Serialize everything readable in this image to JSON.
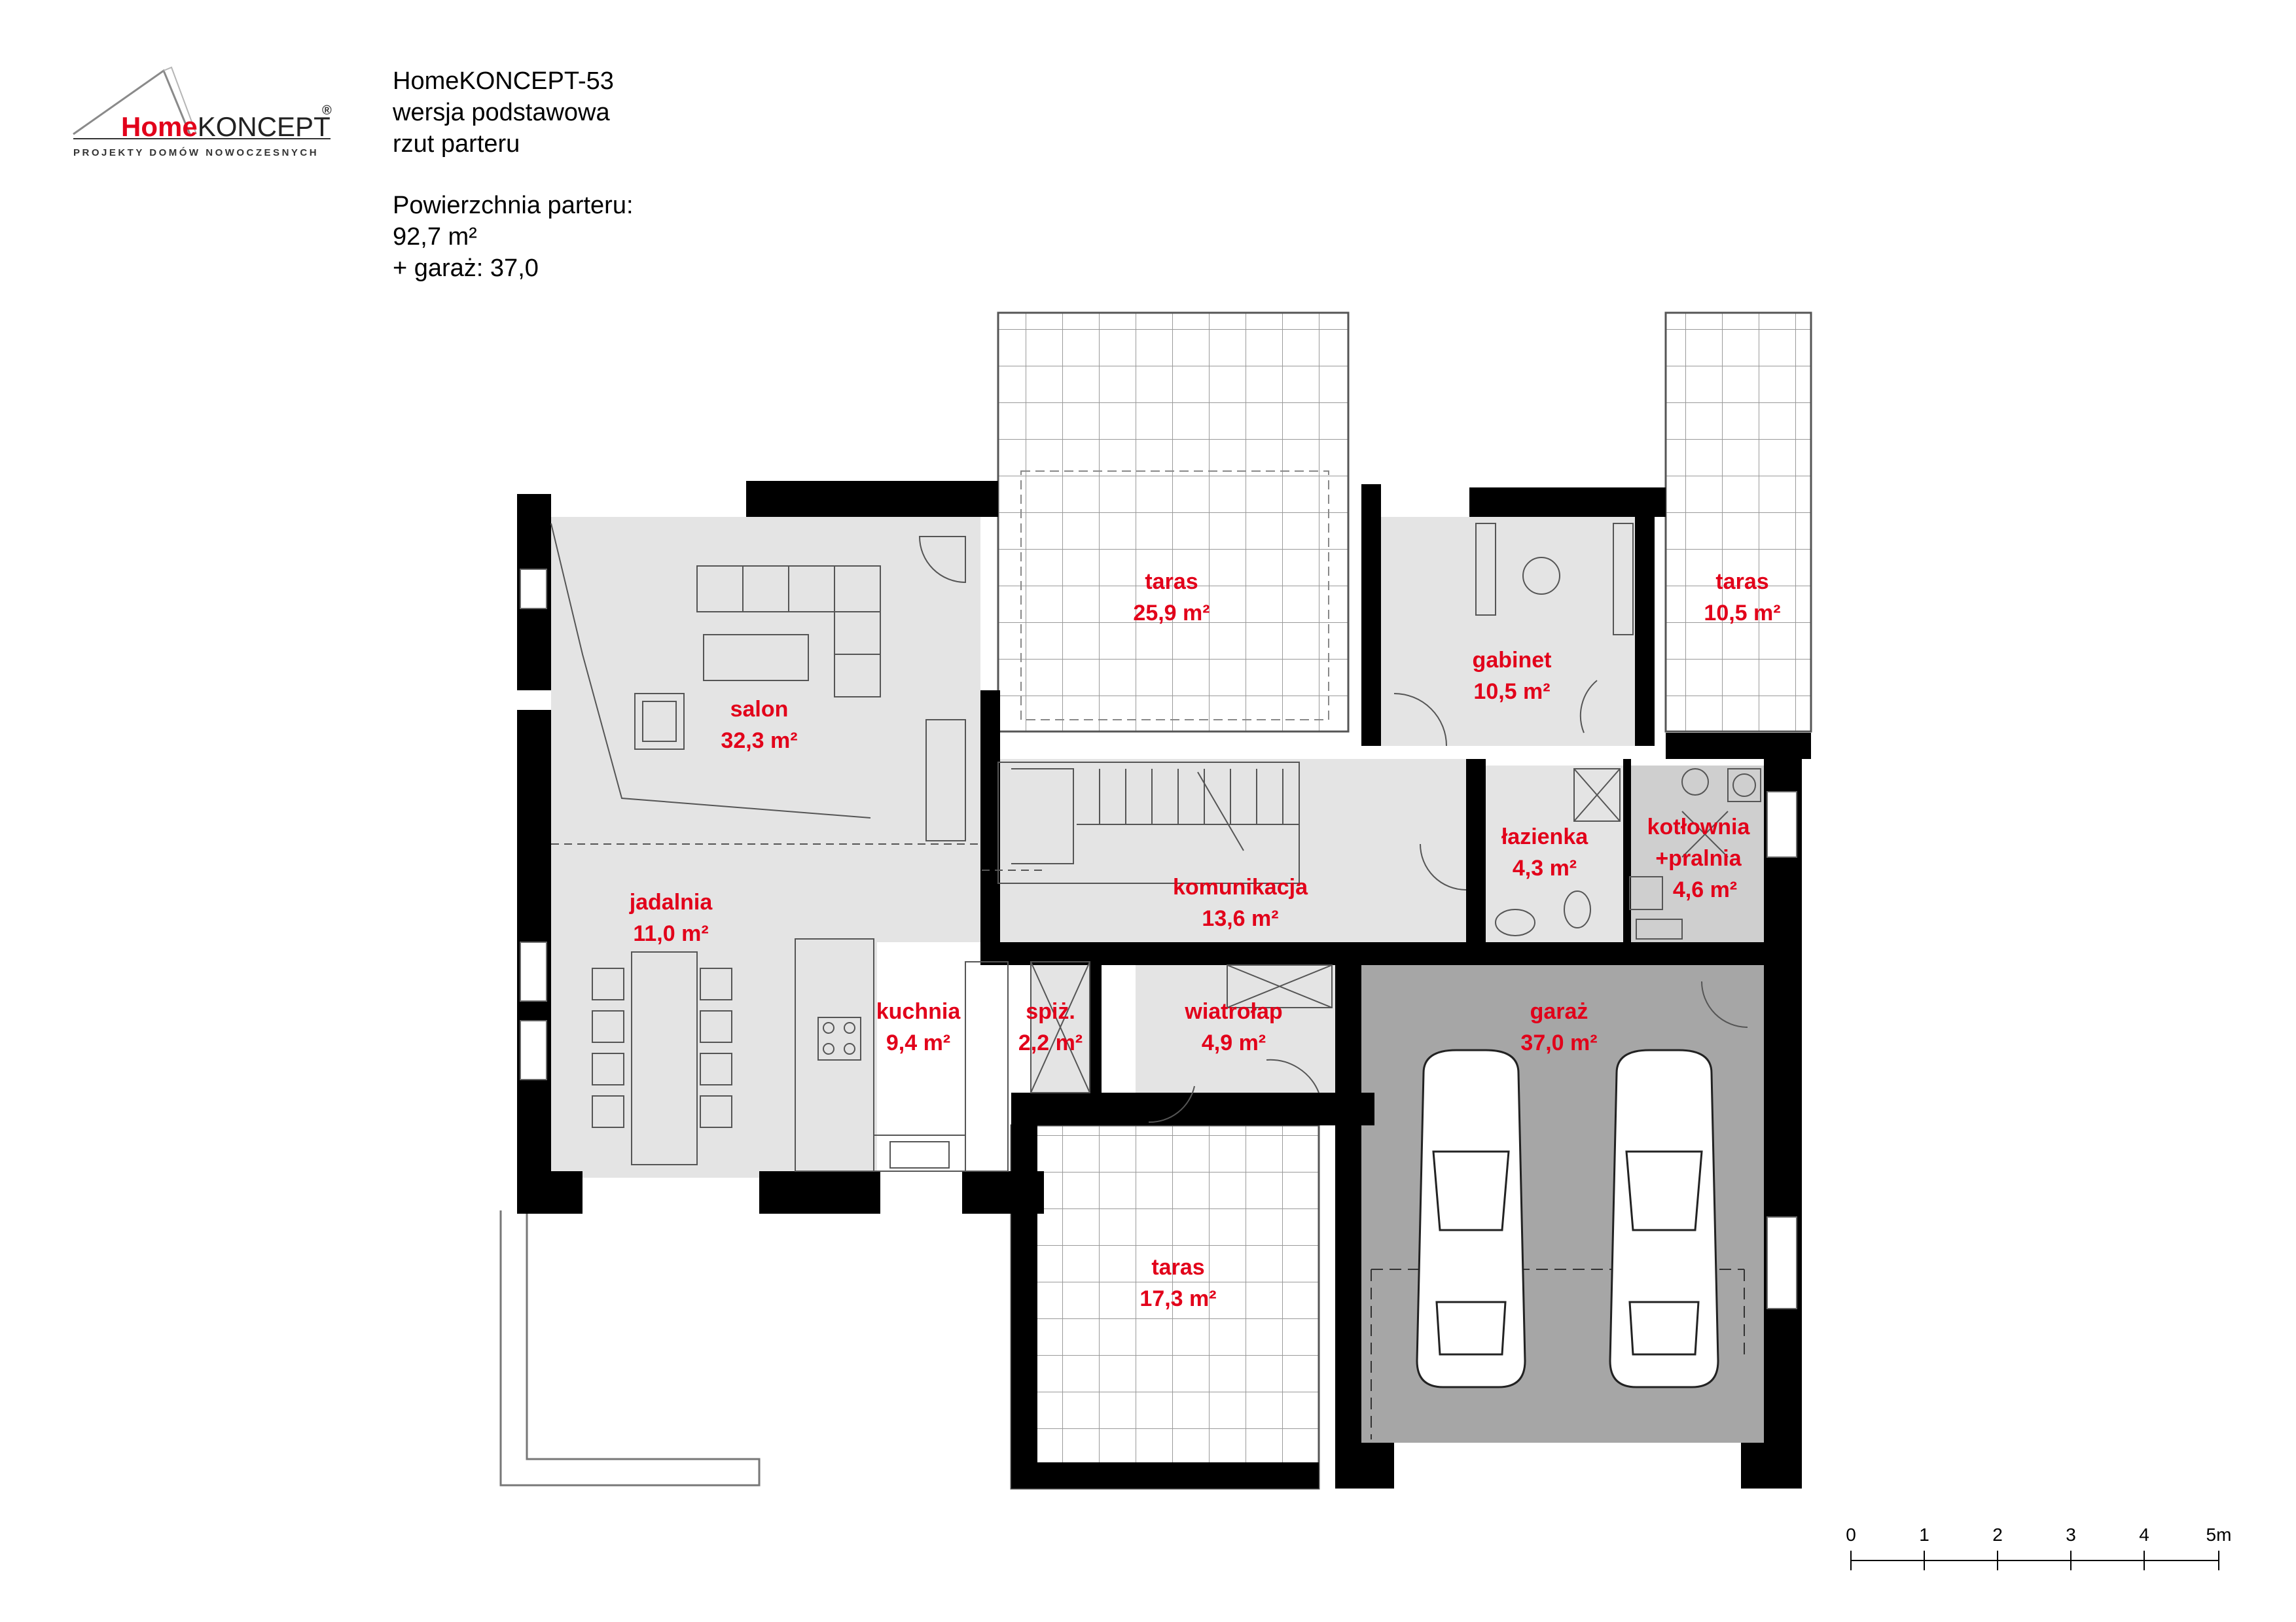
{
  "header": {
    "logo_home": "Home",
    "logo_koncept": "KONCEPT",
    "logo_registered": "®",
    "logo_tagline": "PROJEKTY DOMÓW NOWOCZESNYCH",
    "project_name": "HomeKONCEPT-53",
    "version": "wersja podstawowa",
    "view": "rzut parteru",
    "area_label": "Powierzchnia parteru:",
    "area_value": "92,7 m²",
    "garage_value": "+ garaż: 37,0"
  },
  "rooms": [
    {
      "name": "taras",
      "area": "25,9 m²"
    },
    {
      "name": "taras",
      "area": "10,5 m²"
    },
    {
      "name": "gabinet",
      "area": "10,5 m²"
    },
    {
      "name": "salon",
      "area": "32,3 m²"
    },
    {
      "name": "łazienka",
      "area": "4,3 m²"
    },
    {
      "name": "kotłownia",
      "name2": "+pralnia",
      "area": "4,6 m²"
    },
    {
      "name": "komunikacja",
      "area": "13,6 m²"
    },
    {
      "name": "jadalnia",
      "area": "11,0 m²"
    },
    {
      "name": "kuchnia",
      "area": "9,4 m²"
    },
    {
      "name": "spiż.",
      "area": "2,2 m²"
    },
    {
      "name": "wiatrołap",
      "area": "4,9 m²"
    },
    {
      "name": "garaż",
      "area": "37,0 m²"
    },
    {
      "name": "taras",
      "area": "17,3 m²"
    }
  ],
  "scale": {
    "ticks": [
      "0",
      "1",
      "2",
      "3",
      "4",
      "5m"
    ]
  },
  "colors": {
    "label_red": "#e2001a",
    "wall": "#000000",
    "floor_light": "#e4e4e4",
    "floor_garage": "#a6a6a6"
  }
}
